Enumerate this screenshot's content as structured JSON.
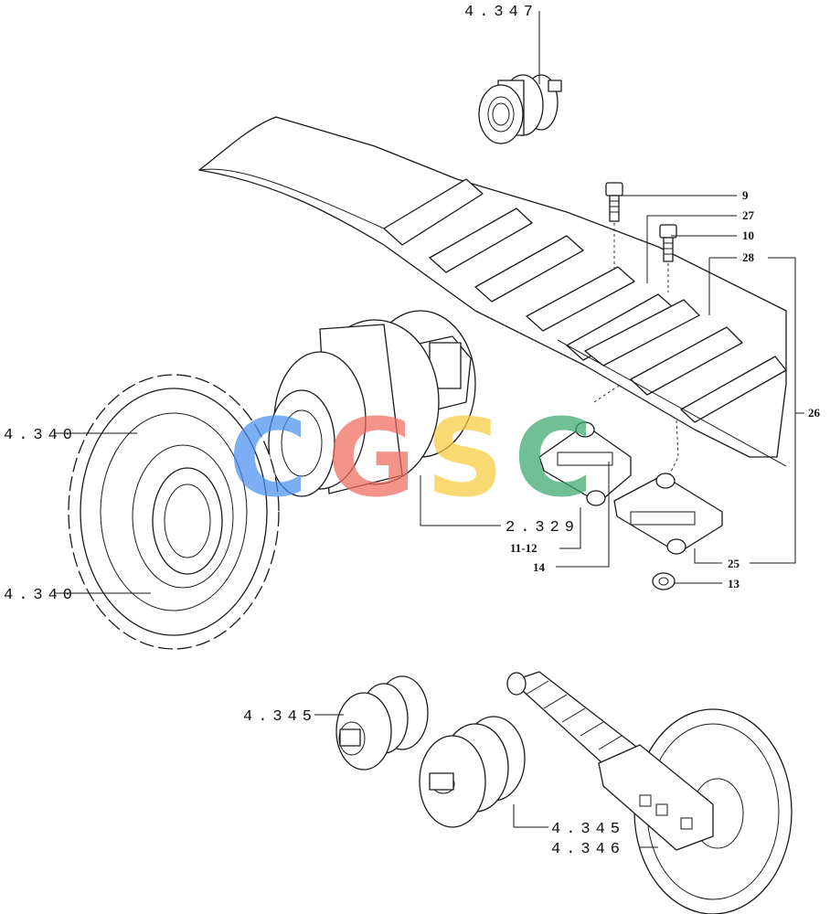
{
  "refs": {
    "r4347": "4.347",
    "r4340a": "4.340",
    "r4340b": "4.340",
    "r2329": "2.329",
    "r4345a": "4.345",
    "r4345b": "4.345",
    "r4346": "4.346"
  },
  "items": {
    "n9": "9",
    "n27": "27",
    "n10": "10",
    "n28": "28",
    "n26": "26",
    "n1112": "11-12",
    "n14": "14",
    "n25": "25",
    "n13": "13"
  },
  "watermark": {
    "letters": [
      "C",
      "G",
      "S",
      "C"
    ],
    "colors": [
      "#4a8ff0",
      "#ef6a5e",
      "#f7cc3c",
      "#3aa76d"
    ]
  }
}
